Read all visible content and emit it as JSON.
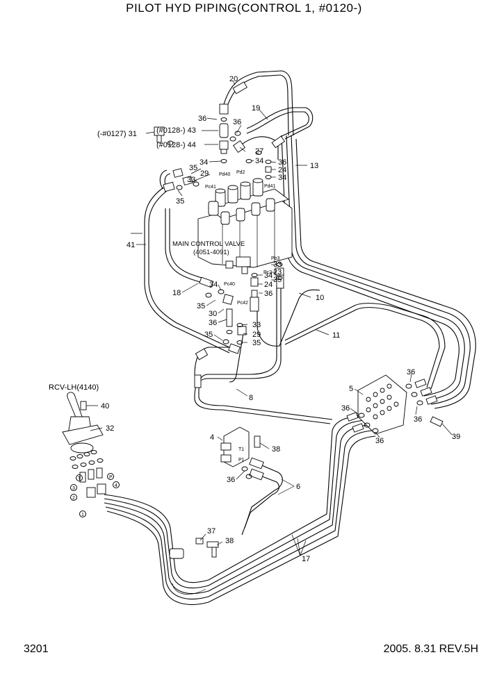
{
  "title": "PILOT HYD PIPING(CONTROL 1, #0120-)",
  "page_number": "3201",
  "revision": "2005. 8.31  REV.5H",
  "valve": {
    "name": "MAIN CONTROL VALVE",
    "code": "(4051-4091)"
  },
  "rcv_label": "RCV-LH(4140)",
  "serial_notes": {
    "p31": "(-#0127) 31",
    "p43": "(#0128-) 43",
    "p44": "(#0128-) 44"
  },
  "port_labels": {
    "pd40": "Pd40",
    "pd2": "Pd2",
    "pd41": "Pd41",
    "pc41": "Pc41",
    "pc40": "Pc40",
    "pc42": "Pc42",
    "pc2": "Pc2",
    "pb3": "Pb3",
    "t1": "T1",
    "p1": "P1"
  },
  "callouts": {
    "c20": "20",
    "c36a": "36",
    "c19": "19",
    "c36b": "36",
    "c27": "27",
    "c34a": "34",
    "c34b": "34",
    "c35a": "35",
    "c29a": "29",
    "c33a": "33",
    "c36c": "36",
    "c24a": "24",
    "c34c": "34",
    "c13": "13",
    "c35b": "35",
    "c41": "41",
    "c33b": "33",
    "c23": "23",
    "c35c": "35",
    "c34d": "34",
    "c24b": "24",
    "c36d": "36",
    "c18": "18",
    "c34e": "34",
    "c35d": "35",
    "c30": "30",
    "c36e": "36",
    "c10": "10",
    "c33c": "33",
    "c29b": "29",
    "c35e": "35",
    "c35f": "35",
    "c11": "11",
    "c8": "8",
    "c5": "5",
    "c36f": "36",
    "c36g": "36",
    "c36h": "36",
    "c36i": "36",
    "c39": "39",
    "c40": "40",
    "c32": "32",
    "c4": "4",
    "c38a": "38",
    "c36j": "36",
    "c6": "6",
    "c37": "37",
    "c38b": "38",
    "c17": "17"
  },
  "rcv_ports": [
    "3",
    "2",
    "1",
    "T",
    "P",
    "4"
  ]
}
